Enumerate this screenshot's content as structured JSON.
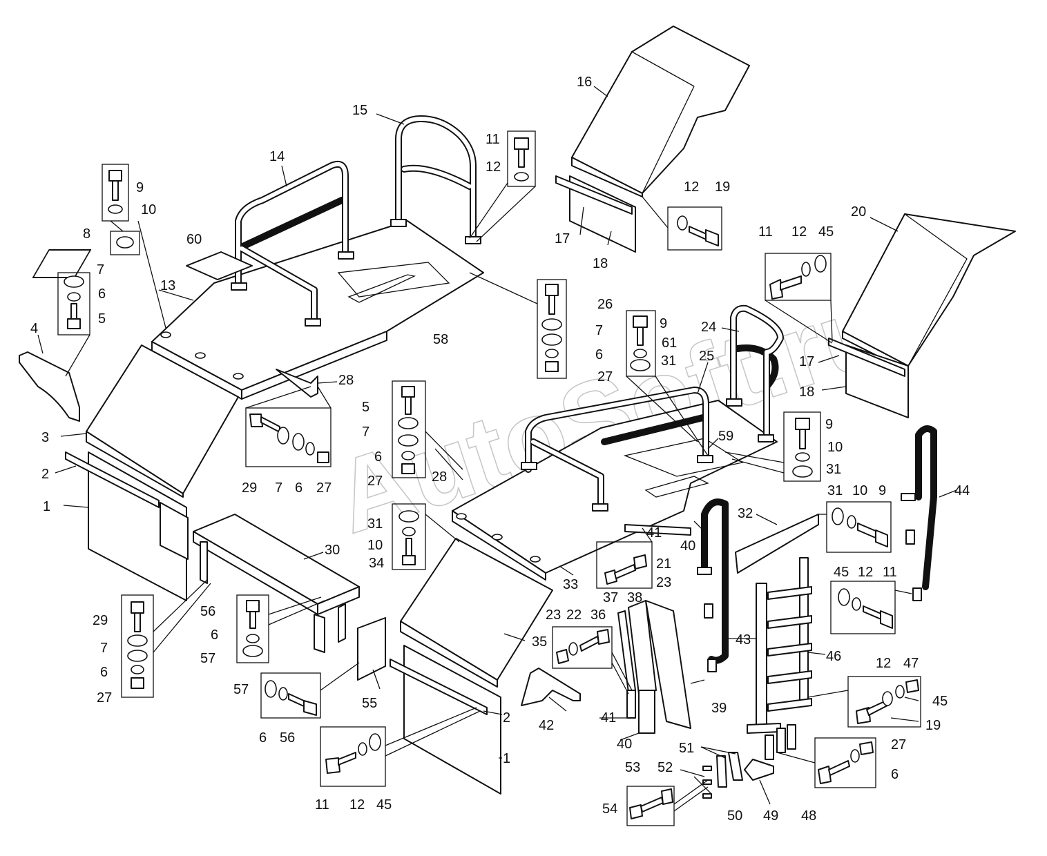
{
  "watermark": "AutoSoft.ru",
  "callouts": [
    "1",
    "2",
    "3",
    "4",
    "5",
    "6",
    "7",
    "8",
    "9",
    "10",
    "11",
    "12",
    "13",
    "14",
    "15",
    "16",
    "17",
    "18",
    "19",
    "20",
    "21",
    "22",
    "23",
    "24",
    "25",
    "26",
    "27",
    "28",
    "29",
    "30",
    "31",
    "32",
    "33",
    "34",
    "35",
    "36",
    "37",
    "38",
    "39",
    "40",
    "41",
    "42",
    "43",
    "44",
    "45",
    "46",
    "47",
    "48",
    "49",
    "50",
    "51",
    "52",
    "53",
    "54",
    "55",
    "56",
    "57",
    "58",
    "59",
    "60",
    "61"
  ]
}
